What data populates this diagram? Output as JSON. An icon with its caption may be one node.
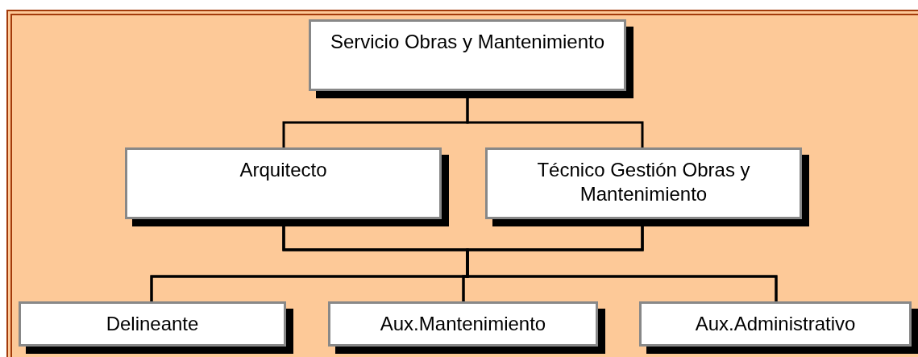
{
  "diagram": {
    "nodes": [
      {
        "text": [
          "Servicio Obras y Mantenimiento"
        ]
      },
      {
        "text": [
          "Arquitecto"
        ]
      },
      {
        "text": [
          "Técnico Gestión Obras y Mantenimiento"
        ]
      },
      {
        "text": [
          "Delineante"
        ]
      },
      {
        "text": [
          "Aux.Mantenimiento"
        ]
      },
      {
        "text": [
          "Aux.Administrativo"
        ]
      }
    ],
    "edges": [
      {
        "from": 0,
        "to": 1,
        "arrow": "none"
      },
      {
        "from": 0,
        "to": 2,
        "arrow": "none"
      },
      {
        "from": 1,
        "to": 3,
        "arrow": "none"
      },
      {
        "from": 1,
        "to": 4,
        "arrow": "none"
      },
      {
        "from": 1,
        "to": 5,
        "arrow": "none"
      },
      {
        "from": 2,
        "to": 3,
        "arrow": "none"
      },
      {
        "from": 2,
        "to": 4,
        "arrow": "none"
      },
      {
        "from": 2,
        "to": 5,
        "arrow": "none"
      }
    ]
  }
}
